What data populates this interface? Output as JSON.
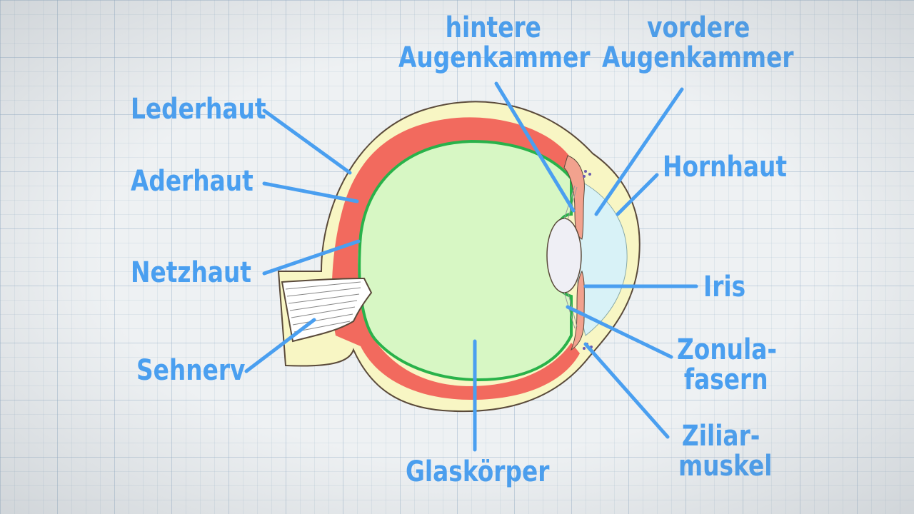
{
  "labels": {
    "lederhaut": "Lederhaut",
    "aderhaut": "Aderhaut",
    "netzhaut": "Netzhaut",
    "sehnerv": "Sehnerv",
    "glaskoerper": "Glaskörper",
    "hintere_line1": "hintere",
    "hintere_line2": "Augenkammer",
    "vordere_line1": "vordere",
    "vordere_line2": "Augenkammer",
    "hornhaut": "Hornhaut",
    "iris": "Iris",
    "zonula_line1": "Zonula-",
    "zonula_line2": "fasern",
    "ziliar_line1": "Ziliar-",
    "ziliar_line2": "muskel"
  },
  "colors": {
    "label": "#4a9ff0",
    "sclera": "#f8f6c4",
    "choroid": "#f26a5e",
    "retina": "#29b24a",
    "vitreous": "#d7f7c4",
    "cornea_chamber": "#d8f2f7",
    "lens": "#efeff5",
    "iris": "#f2a28e",
    "outline": "#5a4a3a"
  }
}
